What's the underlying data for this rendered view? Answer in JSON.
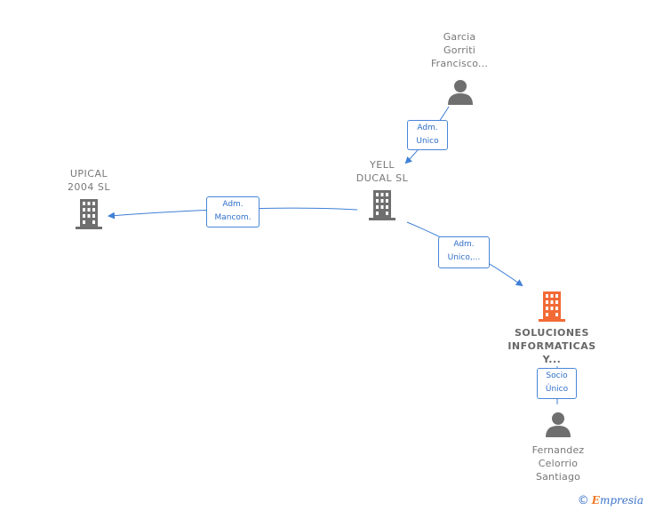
{
  "nodes": {
    "garcia": {
      "lines": [
        "Garcia",
        "Gorriti",
        "Francisco..."
      ],
      "type": "person"
    },
    "yell": {
      "lines": [
        "YELL",
        "DUCAL SL"
      ],
      "type": "company"
    },
    "upical": {
      "lines": [
        "UPICAL",
        "2004  SL"
      ],
      "type": "company"
    },
    "soluciones": {
      "lines": [
        "SOLUCIONES",
        "INFORMATICAS",
        "Y..."
      ],
      "type": "company-focus"
    },
    "fernandez": {
      "lines": [
        "Fernandez",
        "Celorrio",
        "Santiago"
      ],
      "type": "person"
    }
  },
  "edges": {
    "garcia_yell": {
      "lines": [
        "Adm.",
        "Unico"
      ]
    },
    "yell_upical": {
      "lines": [
        "Adm.",
        "Mancom."
      ]
    },
    "yell_soluciones": {
      "lines": [
        "Adm.",
        "Unico,..."
      ]
    },
    "fernandez_soluciones": {
      "lines": [
        "Socio",
        "Único"
      ]
    }
  },
  "colors": {
    "company": "#6f6f6f",
    "focus": "#f26a35",
    "person": "#6f6f6f",
    "edge": "#3f7fd6"
  },
  "footer": {
    "copyright": "©",
    "brand_first": "E",
    "brand_rest": "mpresia"
  }
}
